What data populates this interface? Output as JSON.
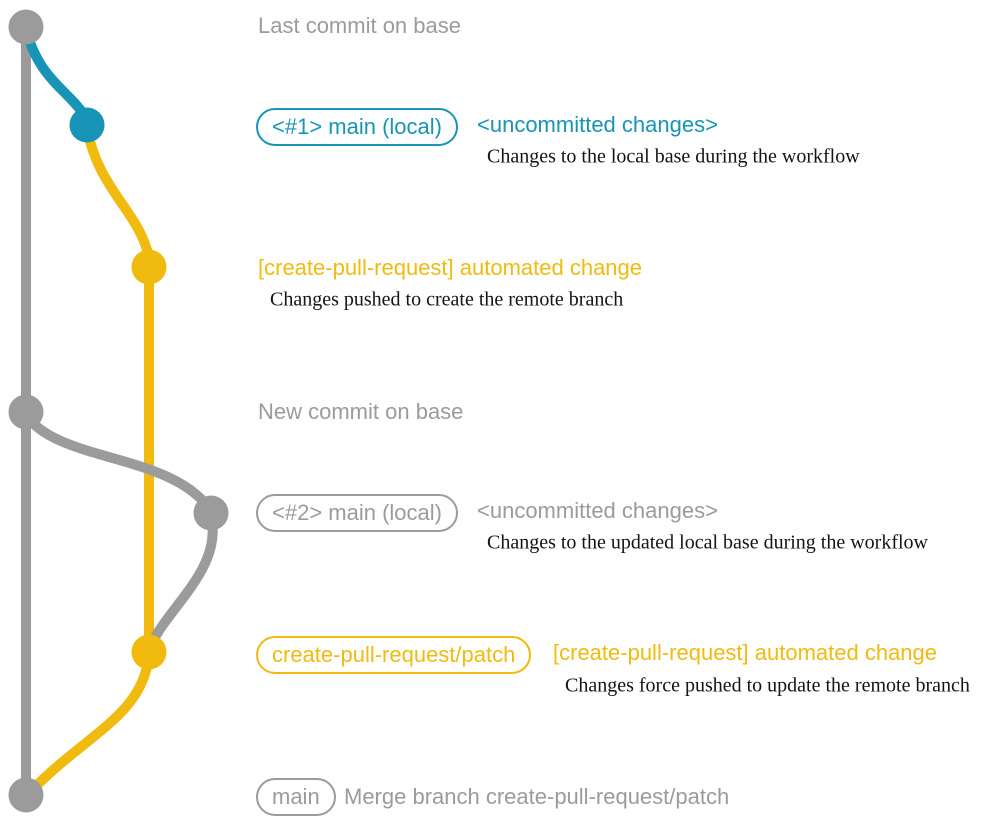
{
  "colors": {
    "base_gray": "#9b9b9b",
    "local_blue": "#1794b6",
    "branch_yellow": "#f1ba0e",
    "description_ink": "#141414"
  },
  "graph": {
    "branches": [
      {
        "name": "base",
        "color": "#9b9b9b"
      },
      {
        "name": "main (local)",
        "color": "#1794b6"
      },
      {
        "name": "create-pull-request/patch",
        "color": "#f1ba0e"
      }
    ]
  },
  "rows": {
    "last_commit": {
      "message": "Last commit on base"
    },
    "local_main_1": {
      "badge": "<#1> main (local)",
      "note": "<uncommitted changes>",
      "description": "Changes to the local base during the workflow"
    },
    "cpr_commit_1": {
      "message": "[create-pull-request] automated change",
      "description": "Changes pushed to create the remote branch"
    },
    "new_commit": {
      "message": "New commit on base"
    },
    "local_main_2": {
      "badge": "<#2> main (local)",
      "note": "<uncommitted changes>",
      "description": "Changes to the updated local base during the workflow"
    },
    "cpr_commit_2": {
      "badge": "create-pull-request/patch",
      "message": "[create-pull-request] automated change",
      "description": "Changes force pushed to update the remote branch"
    },
    "merge_commit": {
      "badge": "main",
      "message": "Merge branch create-pull-request/patch"
    }
  }
}
